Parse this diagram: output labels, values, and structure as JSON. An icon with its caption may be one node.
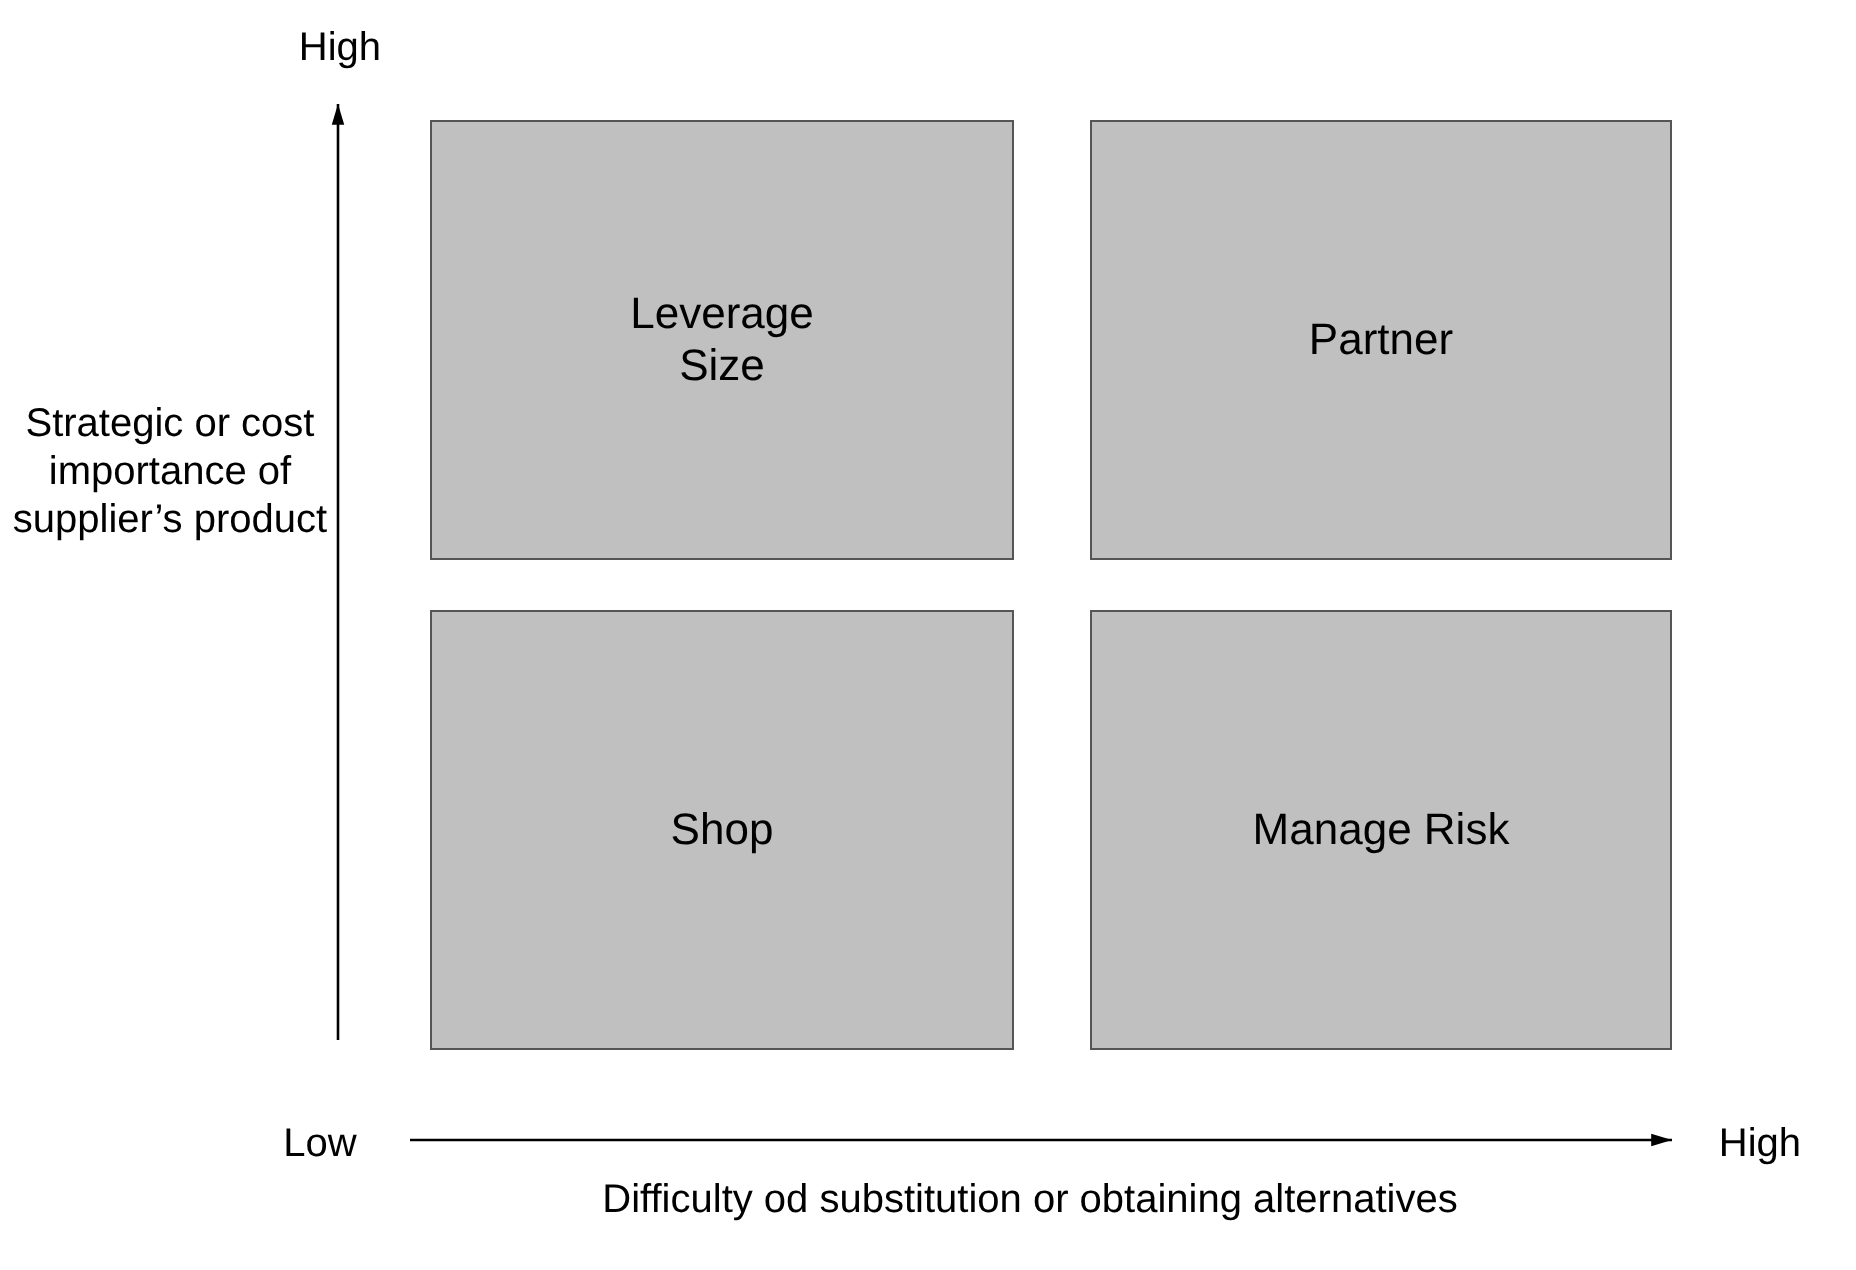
{
  "diagram": {
    "nodes": [
      {
        "text": [
          "Leverage Size"
        ]
      },
      {
        "text": [
          "Partner"
        ]
      },
      {
        "text": [
          "Shop"
        ]
      },
      {
        "text": [
          "Manage Risk"
        ]
      }
    ],
    "labels": [
      "High",
      "Strategic or cost importance of supplier’s product",
      "Low",
      "High",
      "Difficulty od substitution or obtaining alternatives"
    ]
  }
}
